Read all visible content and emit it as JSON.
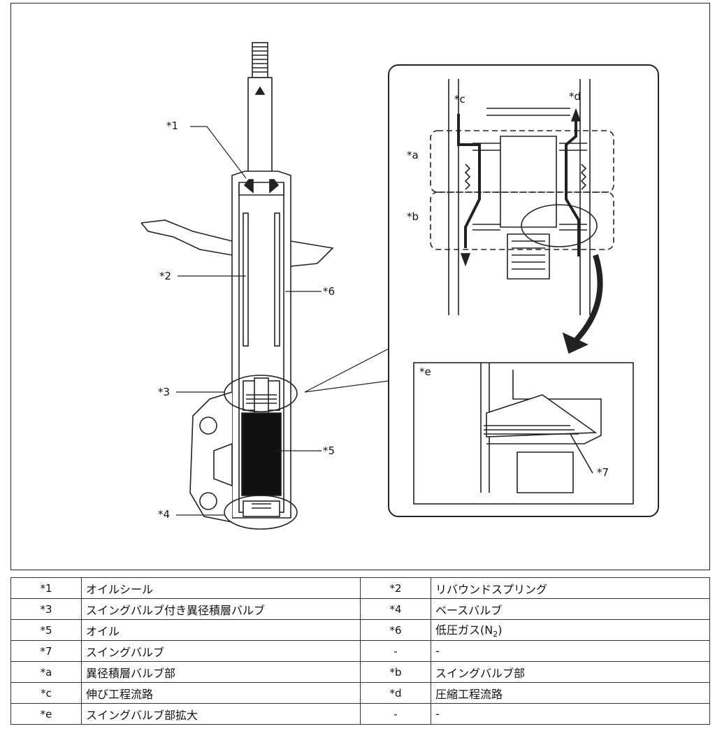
{
  "callouts": {
    "c1": "*1",
    "c2": "*2",
    "c3": "*3",
    "c4": "*4",
    "c5": "*5",
    "c6": "*6",
    "c7": "*7",
    "ca": "*a",
    "cb": "*b",
    "cc": "*c",
    "cd": "*d",
    "ce": "*e"
  },
  "legend": [
    {
      "code": "*1",
      "name": "オイルシール",
      "code2": "*2",
      "name2": "リバウンドスプリング"
    },
    {
      "code": "*3",
      "name": "スイングバルブ付き異径積層バルブ",
      "code2": "*4",
      "name2": "ベースバルブ"
    },
    {
      "code": "*5",
      "name": "オイル",
      "code2": "*6",
      "name2": "低圧ガス(N",
      "name2_sub": "2",
      "name2_end": ")"
    },
    {
      "code": "*7",
      "name": "スイングバルブ",
      "code2": "-",
      "name2": "-"
    },
    {
      "code": "*a",
      "name": "異径積層バルブ部",
      "code2": "*b",
      "name2": "スイングバルブ部"
    },
    {
      "code": "*c",
      "name": "伸び工程流路",
      "code2": "*d",
      "name2": "圧縮工程流路"
    },
    {
      "code": "*e",
      "name": "スイングバルブ部拡大",
      "code2": "-",
      "name2": "-"
    }
  ],
  "colors": {
    "line": "#222222",
    "fill_dark": "#111111",
    "fill_light": "#eeeeee"
  }
}
